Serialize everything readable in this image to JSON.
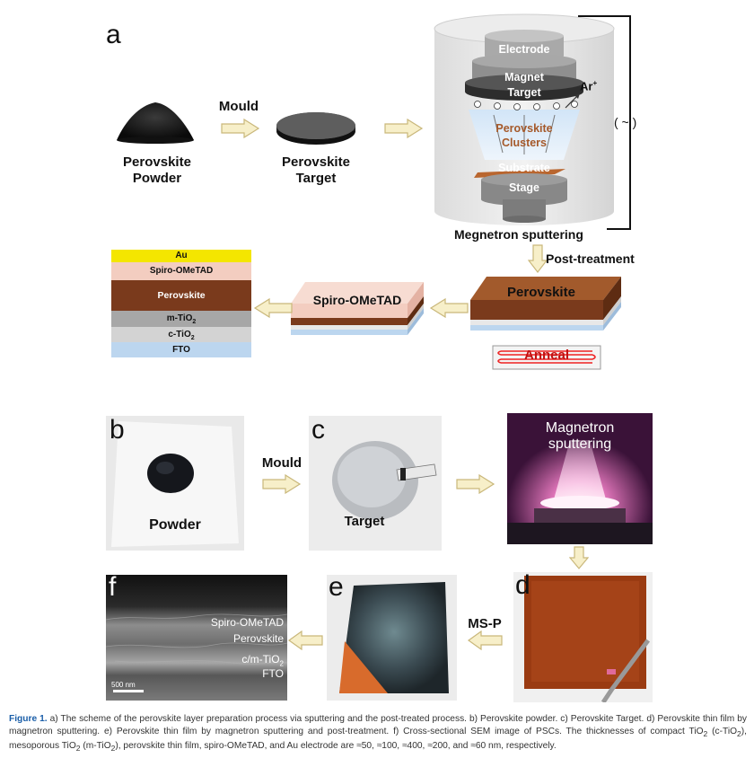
{
  "panel_a": {
    "letter": "a",
    "powder_label_1": "Perovskite",
    "powder_label_2": "Powder",
    "mould_label": "Mould",
    "target_label_1": "Perovskite",
    "target_label_2": "Target",
    "chamber": {
      "electrode": "Electrode",
      "magnet": "Magnet",
      "target": "Target",
      "ar": "Ar",
      "ar_sup": "+",
      "clusters_1": "Perovskite",
      "clusters_2": "Clusters",
      "substrate": "Substrate",
      "stage": "Stage",
      "ac": "( ~ )"
    },
    "sputtering_label": "Megnetron sputtering",
    "post_treatment_label": "Post-treatment",
    "film_perovskite": "Perovskite",
    "anneal_label": "Anneal",
    "film_spiro": "Spiro-OMeTAD",
    "stack": {
      "au": "Au",
      "spiro": "Spiro-OMeTAD",
      "perovskite": "Perovskite",
      "mtio2": "m-TiO",
      "ctio2": "c-TiO",
      "sub2": "2",
      "fto": "FTO"
    }
  },
  "panel_b": {
    "letter": "b",
    "label": "Powder"
  },
  "mould_label_2": "Mould",
  "panel_c": {
    "letter": "c",
    "label": "Target"
  },
  "panel_ms": {
    "label_1": "Magnetron",
    "label_2": "sputtering"
  },
  "panel_d": {
    "letter": "d"
  },
  "msp_label": "MS-P",
  "panel_e": {
    "letter": "e"
  },
  "panel_f": {
    "letter": "f",
    "spiro": "Spiro-OMeTAD",
    "perovskite": "Perovskite",
    "ctio2": "c/m-TiO",
    "sub2": "2",
    "fto": "FTO",
    "scale": "500 nm"
  },
  "caption": {
    "figure_label": "Figure 1.",
    "text_1": " a) The scheme of the perovskite layer preparation process via sputtering and the post-treated process. b) Perovskite powder. c) Perovskite Target. d) Perovskite thin film by magnetron sputtering. e) Perovskite thin film by magnetron sputtering and post-treatment. f) Cross-sectional SEM image of PSCs. The thicknesses of compact TiO",
    "sub_a": "2",
    "text_2": " (c-TiO",
    "sub_b": "2",
    "text_3": "), mesoporous TiO",
    "sub_c": "2",
    "text_4": " (m-TiO",
    "sub_d": "2",
    "text_5": "), perovskite thin film, spiro-OMeTAD, and Au electrode are ≈50, ≈100, ≈400, ≈200, and ≈60 nm, respectively."
  },
  "colors": {
    "arrow_fill": "#f7efc9",
    "arrow_stroke": "#c9b77a",
    "perovskite_brown": "#7a3a1c",
    "spiro_pink": "#f3cdc0",
    "au_yellow": "#f4e600",
    "fto_blue": "#bcd6ef",
    "caption_blue": "#1a5ea8"
  }
}
